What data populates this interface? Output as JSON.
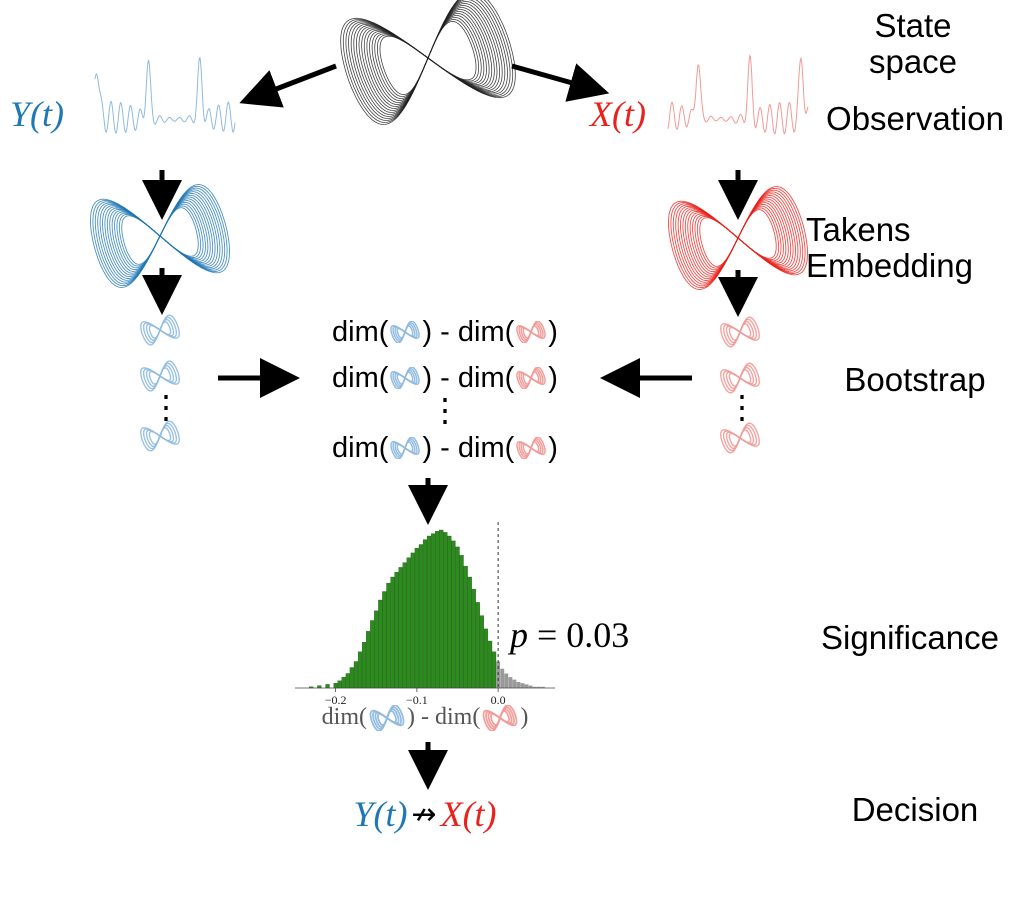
{
  "stages": {
    "state_space": "State\nspace",
    "observation": "Observation",
    "takens": "Takens\nEmbedding",
    "bootstrap": "Bootstrap",
    "significance": "Significance",
    "decision": "Decision"
  },
  "variables": {
    "y": "Y(t)",
    "x": "X(t)"
  },
  "colors": {
    "y": "#1f77b4",
    "x": "#e8221c",
    "y_light": "#8fbbdf",
    "x_light": "#f29a97",
    "histogram": "#2d8a1e",
    "histogram_tail": "#999999",
    "attractor": "#222222"
  },
  "bootstrap": {
    "dim_left": "dim(",
    "dim_mid": ") - dim(",
    "dim_right": ")",
    "vdots": "⋮",
    "rows": 3
  },
  "significance": {
    "p_symbol": "p",
    "p_equals": " = 0.03",
    "xlabel_left": "dim(",
    "xlabel_mid": ") - dim(",
    "xlabel_right": ")"
  },
  "decision": {
    "arrow": "↛"
  },
  "chart_data": {
    "type": "bar",
    "xlim": [
      -0.25,
      0.07
    ],
    "threshold": 0.0,
    "ticks": [
      -0.2,
      -0.1,
      0.0
    ],
    "tick_labels": [
      "−0.2",
      "−0.1",
      "0.0"
    ],
    "x": [
      -0.23,
      -0.22,
      -0.21,
      -0.2,
      -0.195,
      -0.19,
      -0.185,
      -0.18,
      -0.175,
      -0.17,
      -0.165,
      -0.16,
      -0.155,
      -0.15,
      -0.145,
      -0.14,
      -0.135,
      -0.13,
      -0.125,
      -0.12,
      -0.115,
      -0.11,
      -0.105,
      -0.1,
      -0.095,
      -0.09,
      -0.085,
      -0.08,
      -0.075,
      -0.07,
      -0.065,
      -0.06,
      -0.055,
      -0.05,
      -0.045,
      -0.04,
      -0.035,
      -0.03,
      -0.025,
      -0.02,
      -0.015,
      -0.01,
      -0.005,
      0.0,
      0.005,
      0.01,
      0.015,
      0.02,
      0.025,
      0.03,
      0.035,
      0.04,
      0.045,
      0.05,
      0.055,
      0.06
    ],
    "values": [
      1,
      2,
      3,
      4,
      6,
      9,
      12,
      17,
      22,
      30,
      38,
      47,
      56,
      64,
      73,
      80,
      87,
      92,
      96,
      100,
      104,
      108,
      112,
      116,
      119,
      123,
      126,
      128,
      130,
      131,
      129,
      126,
      122,
      117,
      110,
      101,
      92,
      82,
      71,
      60,
      49,
      39,
      30,
      22,
      16,
      12,
      9,
      7,
      5,
      4,
      3,
      2,
      1,
      1,
      1,
      0
    ]
  }
}
